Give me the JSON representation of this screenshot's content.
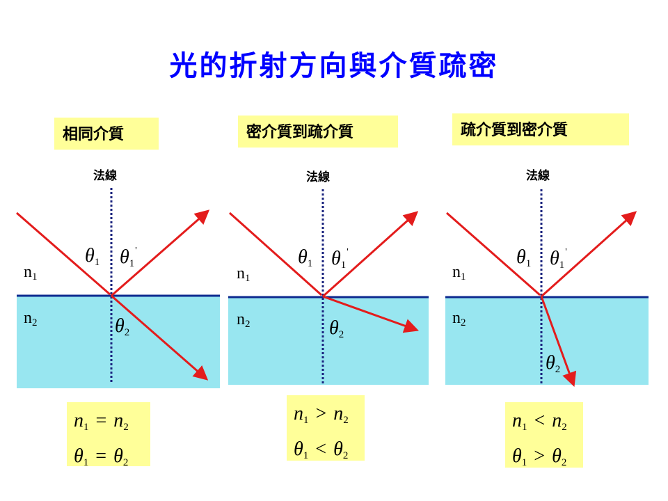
{
  "title": "光的折射方向與介質疏密",
  "colors": {
    "medium": "#98e6f0",
    "ray": "#e31c1c",
    "normal": "#1a237e",
    "surface": "#0d2a8f",
    "label_bg": "#ffff99",
    "title": "#0000ff"
  },
  "panels": [
    {
      "label": "相同介質",
      "normal_label": "法線",
      "n1": "n",
      "n1_sub": "1",
      "n2": "n",
      "n2_sub": "2",
      "theta1": "θ",
      "theta1_sub": "1",
      "theta1p": "θ",
      "theta1p_sub": "1",
      "theta1p_prime": "'",
      "theta2": "θ",
      "theta2_sub": "2",
      "relation1": {
        "a": "n",
        "a_sub": "1",
        "op": "=",
        "b": "n",
        "b_sub": "2"
      },
      "relation2": {
        "a": "θ",
        "a_sub": "1",
        "op": "=",
        "b": "θ",
        "b_sub": "2"
      }
    },
    {
      "label": "密介質到疏介質",
      "normal_label": "法線",
      "n1": "n",
      "n1_sub": "1",
      "n2": "n",
      "n2_sub": "2",
      "theta1": "θ",
      "theta1_sub": "1",
      "theta1p": "θ",
      "theta1p_sub": "1",
      "theta1p_prime": "'",
      "theta2": "θ",
      "theta2_sub": "2",
      "relation1": {
        "a": "n",
        "a_sub": "1",
        "op": ">",
        "b": "n",
        "b_sub": "2"
      },
      "relation2": {
        "a": "θ",
        "a_sub": "1",
        "op": "<",
        "b": "θ",
        "b_sub": "2"
      }
    },
    {
      "label": "疏介質到密介質",
      "normal_label": "法線",
      "n1": "n",
      "n1_sub": "1",
      "n2": "n",
      "n2_sub": "2",
      "theta1": "θ",
      "theta1_sub": "1",
      "theta1p": "θ",
      "theta1p_sub": "1",
      "theta1p_prime": "'",
      "theta2": "θ",
      "theta2_sub": "2",
      "relation1": {
        "a": "n",
        "a_sub": "1",
        "op": "<",
        "b": "n",
        "b_sub": "2"
      },
      "relation2": {
        "a": "θ",
        "a_sub": "1",
        "op": ">",
        "b": "θ",
        "b_sub": "2"
      }
    }
  ]
}
